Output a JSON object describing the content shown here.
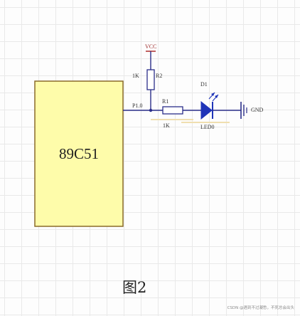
{
  "chip": {
    "label": "89C51"
  },
  "pin": {
    "label": "P1.0"
  },
  "vcc": {
    "label": "VCC"
  },
  "r2": {
    "designator": "R2",
    "value": "1K"
  },
  "r1": {
    "designator": "R1",
    "value": "1K"
  },
  "led": {
    "designator": "D1",
    "name": "LED0"
  },
  "gnd": {
    "label": "GND"
  },
  "caption": "图2",
  "watermark": "CSDN @遇到不过凝愁，不死总会出头",
  "colors": {
    "chip_fill": "#fefcaa",
    "chip_border": "#8a6b2a",
    "wire": "#2b2e8a",
    "led": "#1f34b8",
    "vcc_bar": "#b23a3a",
    "highlight": "#f0dfb0"
  }
}
